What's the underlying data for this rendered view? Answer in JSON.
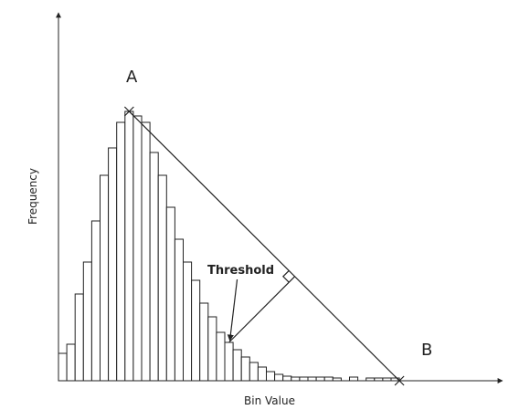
{
  "chart_data": {
    "type": "bar",
    "title": "",
    "xlabel": "Bin Value",
    "ylabel": "Frequency",
    "values": [
      30,
      40,
      95,
      130,
      175,
      225,
      255,
      283,
      295,
      290,
      283,
      250,
      225,
      190,
      155,
      130,
      110,
      85,
      70,
      53,
      42,
      34,
      26,
      20,
      15,
      10,
      7,
      5,
      4,
      4,
      4,
      4,
      4,
      3,
      0,
      4,
      0,
      3,
      3,
      3,
      3
    ],
    "ylim": [
      0,
      300
    ],
    "grid": false,
    "legend": "none",
    "annotations": {
      "point_a": "A",
      "point_b": "B",
      "threshold": "Threshold"
    }
  }
}
